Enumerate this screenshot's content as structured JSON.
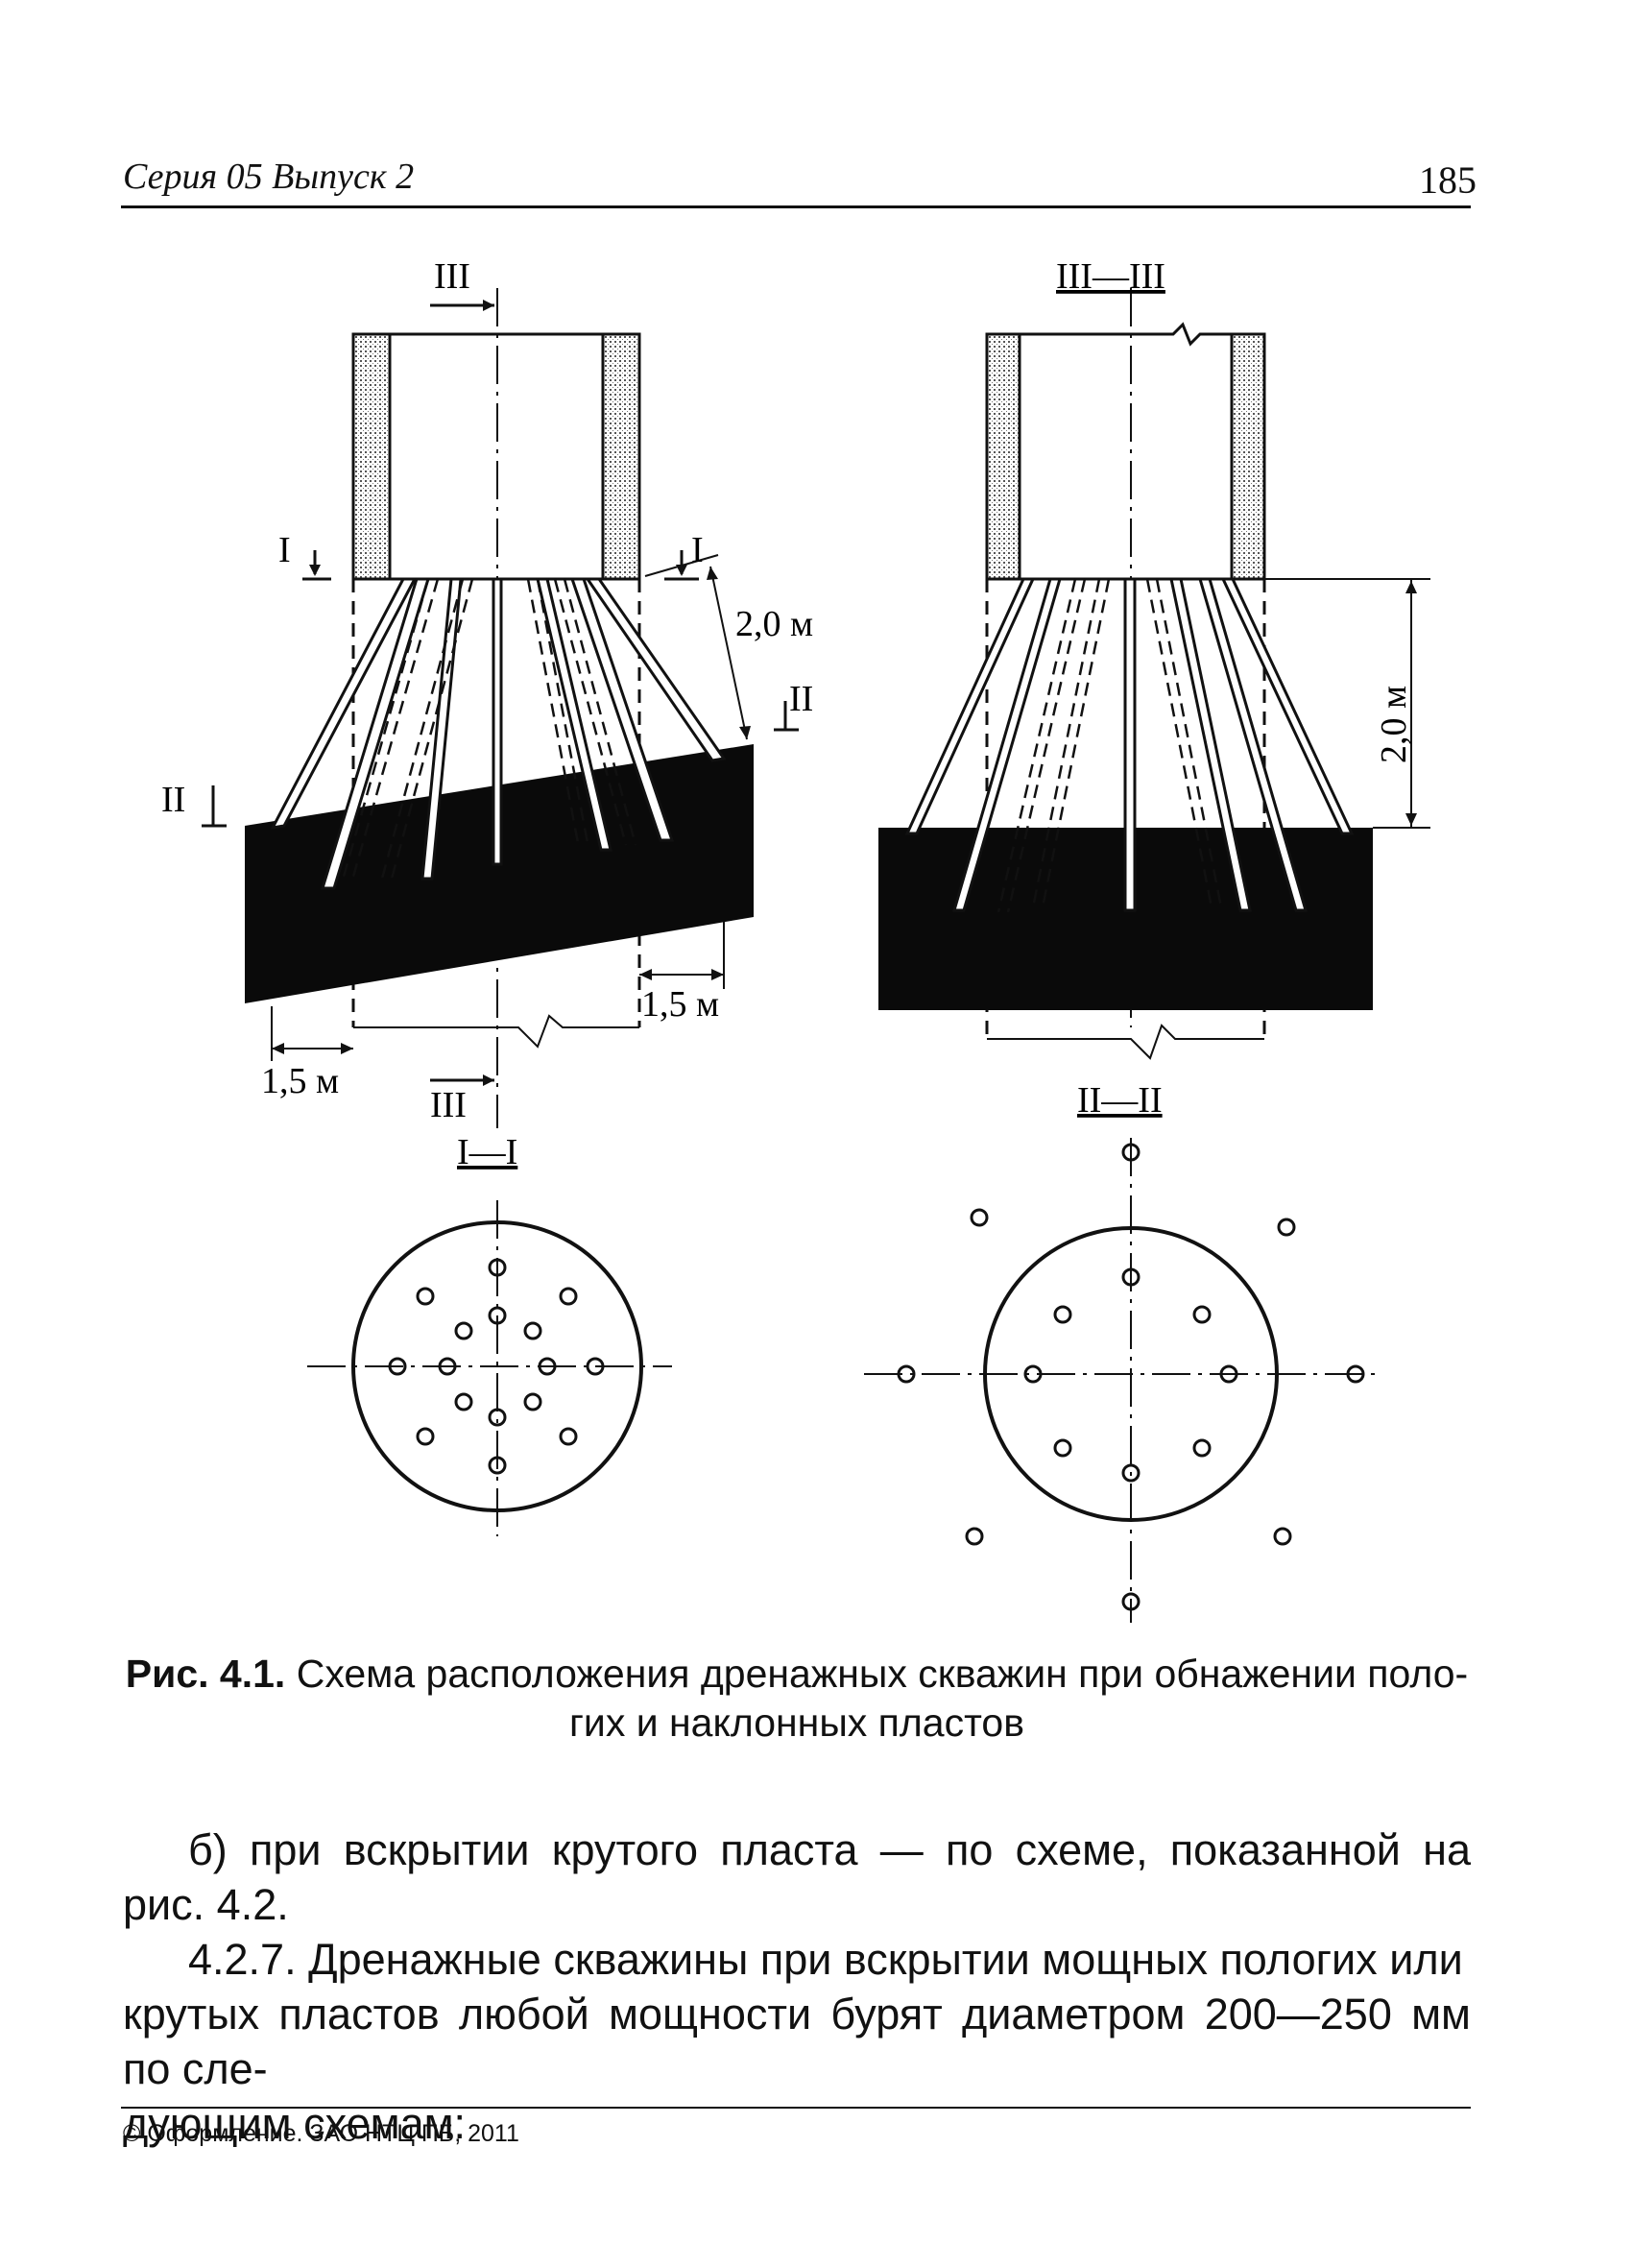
{
  "header": {
    "series": "Серия 05 Выпуск 2",
    "page_number": "185"
  },
  "figure": {
    "labels": {
      "III_top": "III",
      "III_bottom": "III",
      "I_left": "I",
      "I_right": "I",
      "II_left": "II",
      "II_right": "II",
      "dim_2m_left": "2,0 м",
      "dim_15m_right": "1,5 м",
      "dim_15m_left": "1,5 м",
      "section_III": "III—III",
      "dim_2m_right": "2,0 м",
      "section_I": "I—I",
      "section_II": "II—II"
    }
  },
  "caption": {
    "label": "Рис. 4.1.",
    "line1": "Схема расположения дренажных скважин при обнажении поло-",
    "line2": "гих и наклонных пластов"
  },
  "body": {
    "p1": "б) при вскрытии крутого пласта — по схеме, показанной на рис. 4.2.",
    "p2_l1": "4.2.7. Дренажные скважины при вскрытии мощных пологих или",
    "p2_l2": "крутых пластов любой мощности бурят диаметром 200—250 мм по сле-",
    "p2_l3": "дующим схемам:"
  },
  "footer": {
    "copyright": "© Оформление. ЗАО НТЦ ПБ, 2011"
  }
}
